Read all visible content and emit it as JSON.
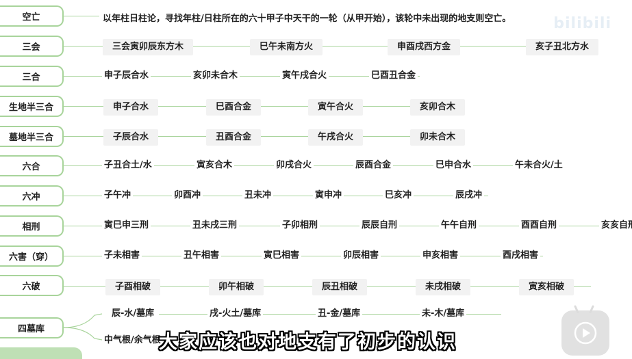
{
  "watermark": "bilibili",
  "subtitle": "大家应该也对地支有了初步的认识",
  "rows": {
    "kongwang": {
      "label": "空亡",
      "desc": "以年柱日柱论，寻找年柱/日柱所在的六十甲子中天干的一轮（从甲开始），该轮中未出现的地支则空亡。"
    },
    "sanhui": {
      "label": "三会",
      "items": [
        "三会寅卯辰东方木",
        "巳午未南方火",
        "申酉戌西方金",
        "亥子丑北方水"
      ]
    },
    "sanhe": {
      "label": "三合",
      "items": [
        "申子辰合水",
        "亥卯未合木",
        "寅午戌合火",
        "巳酉丑合金"
      ]
    },
    "shengdi": {
      "label": "生地半三合",
      "items": [
        "申子合水",
        "巳酉合金",
        "寅午合火",
        "亥卯合木"
      ]
    },
    "mudi": {
      "label": "墓地半三合",
      "items": [
        "子辰合水",
        "丑酉合金",
        "午戌合火",
        "卯未合木"
      ]
    },
    "liuhe": {
      "label": "六合",
      "items": [
        "子丑合土/水",
        "寅亥合木",
        "卯戌合火",
        "辰酉合金",
        "巳申合水",
        "午未合火/土"
      ]
    },
    "liuchong": {
      "label": "六冲",
      "items": [
        "子午冲",
        "卯酉冲",
        "丑未冲",
        "寅申冲",
        "巳亥冲",
        "辰戌冲"
      ]
    },
    "xiangxing": {
      "label": "相刑",
      "items": [
        "寅巳申三刑",
        "丑未戌三刑",
        "子卯相刑",
        "辰辰自刑",
        "午午自刑",
        "酉酉自刑",
        "亥亥自刑"
      ]
    },
    "liuhai": {
      "label": "六害（穿）",
      "items": [
        "子未相害",
        "丑午相害",
        "寅巳相害",
        "卯辰相害",
        "申亥相害",
        "酉戌相害"
      ]
    },
    "liupo": {
      "label": "六破",
      "items": [
        "子酉相破",
        "卯午相破",
        "辰丑相破",
        "未戌相破",
        "寅亥相破"
      ]
    },
    "simuku": {
      "label": "四墓库",
      "items": [
        "辰-水/墓库",
        "戌-火土/墓库",
        "丑-金/墓库",
        "未-木/墓库"
      ],
      "sub": "中气根/余气根"
    }
  }
}
